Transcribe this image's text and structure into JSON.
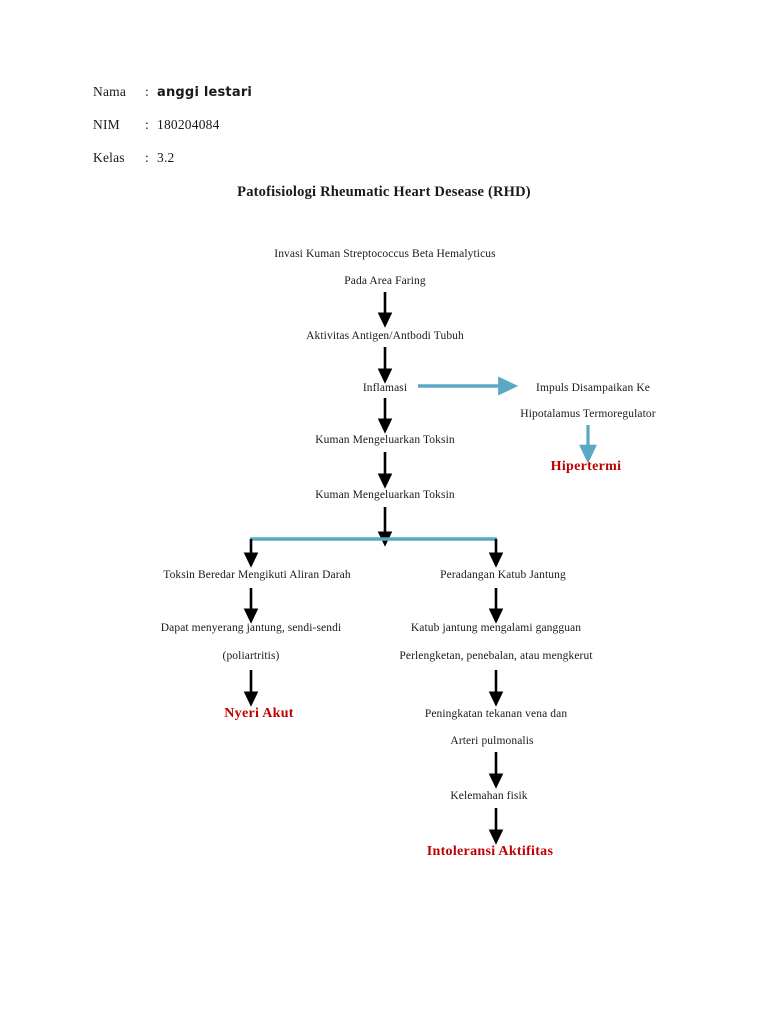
{
  "document": {
    "title": "Patofisiologi Rheumatic Heart Desease (RHD)",
    "identity": [
      {
        "key": "Nama",
        "colon": ":",
        "value": "anggi lestari",
        "bold": true
      },
      {
        "key": "NIM",
        "colon": ":",
        "value": "180204084",
        "bold": false
      },
      {
        "key": "Kelas",
        "colon": ":",
        "value": "3.2",
        "bold": false
      }
    ]
  },
  "colors": {
    "text": "#1a1a1a",
    "accent_red": "#C00000",
    "accent_teal": "#5BA8C4",
    "arrow_black": "#000000",
    "page_background": "#FFFFFF"
  },
  "flowchart": {
    "type": "flowchart",
    "orientation": "top-to-bottom",
    "nodes": [
      {
        "id": "n1",
        "label": "Invasi Kuman Streptococcus Beta Hemalyticus",
        "style": "plain"
      },
      {
        "id": "n2",
        "label": "Pada Area Faring",
        "style": "plain"
      },
      {
        "id": "n3",
        "label": "Aktivitas Antigen/Antbodi Tubuh",
        "style": "plain"
      },
      {
        "id": "n4",
        "label": "Inflamasi",
        "style": "plain"
      },
      {
        "id": "n5",
        "label": "Impuls Disampaikan Ke",
        "style": "plain"
      },
      {
        "id": "n6",
        "label": "Hipotalamus Termoregulator",
        "style": "plain"
      },
      {
        "id": "n7",
        "label": "Hipertermi",
        "style": "diagnosis-red"
      },
      {
        "id": "n8",
        "label": "Kuman Mengeluarkan Toksin",
        "style": "plain"
      },
      {
        "id": "n9",
        "label": "Kuman Mengeluarkan Toksin",
        "style": "plain"
      },
      {
        "id": "n10",
        "label": "Toksin Beredar Mengikuti Aliran Darah",
        "style": "plain"
      },
      {
        "id": "n11",
        "label": "Dapat menyerang jantung, sendi-sendi",
        "style": "plain"
      },
      {
        "id": "n12",
        "label": "(poliartritis)",
        "style": "plain"
      },
      {
        "id": "n13",
        "label": "Nyeri Akut",
        "style": "diagnosis-red"
      },
      {
        "id": "n14",
        "label": "Peradangan Katub Jantung",
        "style": "plain"
      },
      {
        "id": "n15",
        "label": "Katub jantung mengalami gangguan",
        "style": "plain"
      },
      {
        "id": "n16",
        "label": "Perlengketan, penebalan, atau mengkerut",
        "style": "plain"
      },
      {
        "id": "n17",
        "label": "Peningkatan tekanan vena dan",
        "style": "plain"
      },
      {
        "id": "n18",
        "label": "Arteri pulmonalis",
        "style": "plain"
      },
      {
        "id": "n19",
        "label": "Kelemahan fisik",
        "style": "plain"
      },
      {
        "id": "n20",
        "label": "Intoleransi Aktifitas",
        "style": "diagnosis-red"
      }
    ],
    "edges": [
      {
        "from": "n2",
        "to": "n3",
        "direction": "down",
        "color": "black"
      },
      {
        "from": "n3",
        "to": "n4",
        "direction": "down",
        "color": "black"
      },
      {
        "from": "n4",
        "to": "n5",
        "direction": "right",
        "color": "teal"
      },
      {
        "from": "n6",
        "to": "n7",
        "direction": "down",
        "color": "teal"
      },
      {
        "from": "n4",
        "to": "n8",
        "direction": "down",
        "color": "black"
      },
      {
        "from": "n8",
        "to": "n9",
        "direction": "down",
        "color": "black"
      },
      {
        "from": "n9",
        "to": "split",
        "direction": "down",
        "color": "black"
      },
      {
        "from": "split",
        "to": "n10",
        "direction": "down",
        "color": "black"
      },
      {
        "from": "split",
        "to": "n14",
        "direction": "down",
        "color": "black"
      },
      {
        "from": "n10",
        "to": "n11",
        "direction": "down",
        "color": "black"
      },
      {
        "from": "n12",
        "to": "n13",
        "direction": "down",
        "color": "black"
      },
      {
        "from": "n14",
        "to": "n15",
        "direction": "down",
        "color": "black"
      },
      {
        "from": "n16",
        "to": "n17",
        "direction": "down",
        "color": "black"
      },
      {
        "from": "n18",
        "to": "n19",
        "direction": "down",
        "color": "black"
      },
      {
        "from": "n19",
        "to": "n20",
        "direction": "down",
        "color": "black"
      }
    ]
  }
}
